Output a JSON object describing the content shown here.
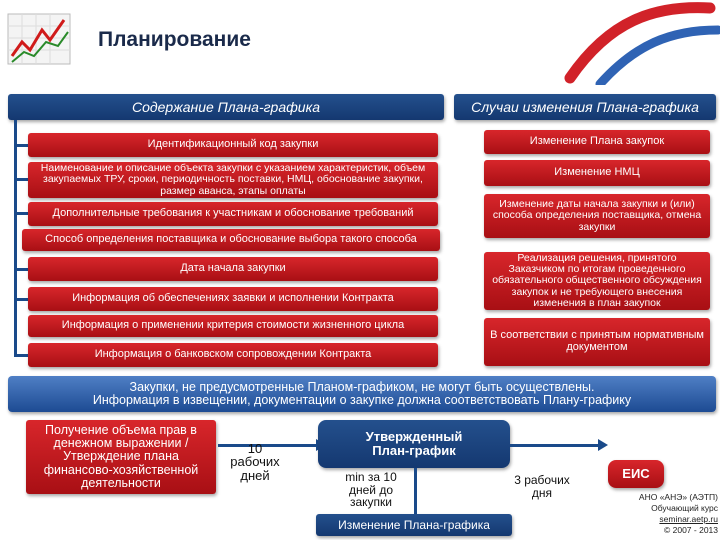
{
  "header": {
    "title": "Планирование"
  },
  "left_column": {
    "title": "Содержание Плана-графика",
    "items": [
      "Идентификационный код закупки",
      "Наименование и описание объекта закупки с указанием характеристик, объем закупаемых ТРУ, сроки, периодичность поставки, НМЦ, обоснование закупки, размер аванса, этапы оплаты",
      "Дополнительные требования к участникам и обоснование требований",
      "Способ определения поставщика и обоснование выбора такого способа",
      "Дата начала закупки",
      "Информация об обеспечениях заявки и исполнении Контракта",
      "Информация о применении критерия стоимости жизненного цикла",
      "Информация о банковском сопровождении Контракта"
    ]
  },
  "right_column": {
    "title": "Случаи изменения Плана-графика",
    "items": [
      "Изменение Плана закупок",
      "Изменение НМЦ",
      "Изменение даты начала закупки и (или) способа определения поставщика, отмена закупки",
      "Реализация решения, принятого Заказчиком по итогам проведенного обязательного общественного обсуждения закупок и не требующего внесения изменения в план закупок",
      "В соответствии с принятым нормативным документом"
    ]
  },
  "banner": {
    "line1": "Закупки, не предусмотренные Планом-графиком, не могут быть осуществлены.",
    "line2": "Информация в извещении, документации о закупке должна соответствовать Плану-графику"
  },
  "flow": {
    "start_box": "Получение объема прав в денежном выражении / Утверждение плана финансово-хозяйственной деятельности",
    "days1": "10 рабочих дней",
    "approved": "Утвержденный План-график",
    "min_days": "min за 10 дней до закупки",
    "change": "Изменение Плана-графика",
    "days2": "3 рабочих дня",
    "eis": "ЕИС"
  },
  "footer": {
    "line1": "АНО «АНЭ» (АЭТП)",
    "line2": "Обучающий курс",
    "link": "seminar.aetp.ru",
    "copyright": "© 2007 - 2013"
  },
  "colors": {
    "red": "#c0191e",
    "blue": "#2a5aa6",
    "navy": "#1a4a8a"
  }
}
